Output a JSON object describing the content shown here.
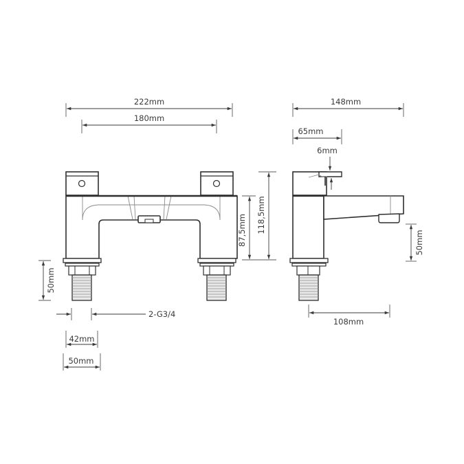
{
  "diagram": {
    "type": "technical-drawing",
    "subject": "bath filler tap dimensions",
    "colors": {
      "line": "#2e2e2e",
      "text": "#3a3a3a",
      "background": "#ffffff"
    },
    "front_view": {
      "overall_width": "222mm",
      "centres": "180mm",
      "body_height": "87,5mm",
      "overall_height": "118,5mm",
      "tail_length": "50mm",
      "connection": "2-G3/4",
      "flange_inner": "42mm",
      "flange_outer": "50mm"
    },
    "side_view": {
      "overall_depth": "148mm",
      "handle_depth": "65mm",
      "handle_gap": "6mm",
      "spout_height": "50mm",
      "spout_reach": "108mm"
    }
  }
}
